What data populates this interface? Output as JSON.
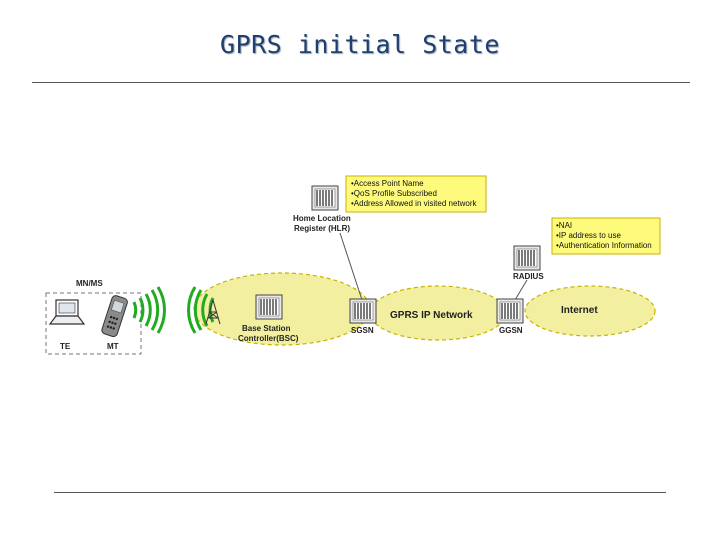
{
  "title": "GPRS initial State",
  "colors": {
    "title": "#1f3f6e",
    "cloud_fill": "#f2f0a0",
    "cloud_dash": "#c9b300",
    "note_fill": "#fdfa7c",
    "signal_green": "#22aa22"
  },
  "mobile": {
    "group_label": "MN/MS",
    "te_label": "TE",
    "mt_label": "MT"
  },
  "bsc": {
    "label_line1": "Base Station",
    "label_line2": "Controller(BSC)"
  },
  "hlr": {
    "label_line1": "Home Location",
    "label_line2": "Register (HLR)",
    "notes": [
      "•Access Point Name",
      "•QoS Profile Subscribed",
      "•Address Allowed in visited network"
    ]
  },
  "radius": {
    "label": "RADIUS",
    "notes": [
      "•NAI",
      "•IP address to use",
      "•Authentication Information"
    ]
  },
  "sgsn": {
    "label": "SGSN"
  },
  "ggsn": {
    "label": "GGSN"
  },
  "gprs_network": {
    "label": "GPRS IP Network"
  },
  "internet": {
    "label": "Internet"
  }
}
